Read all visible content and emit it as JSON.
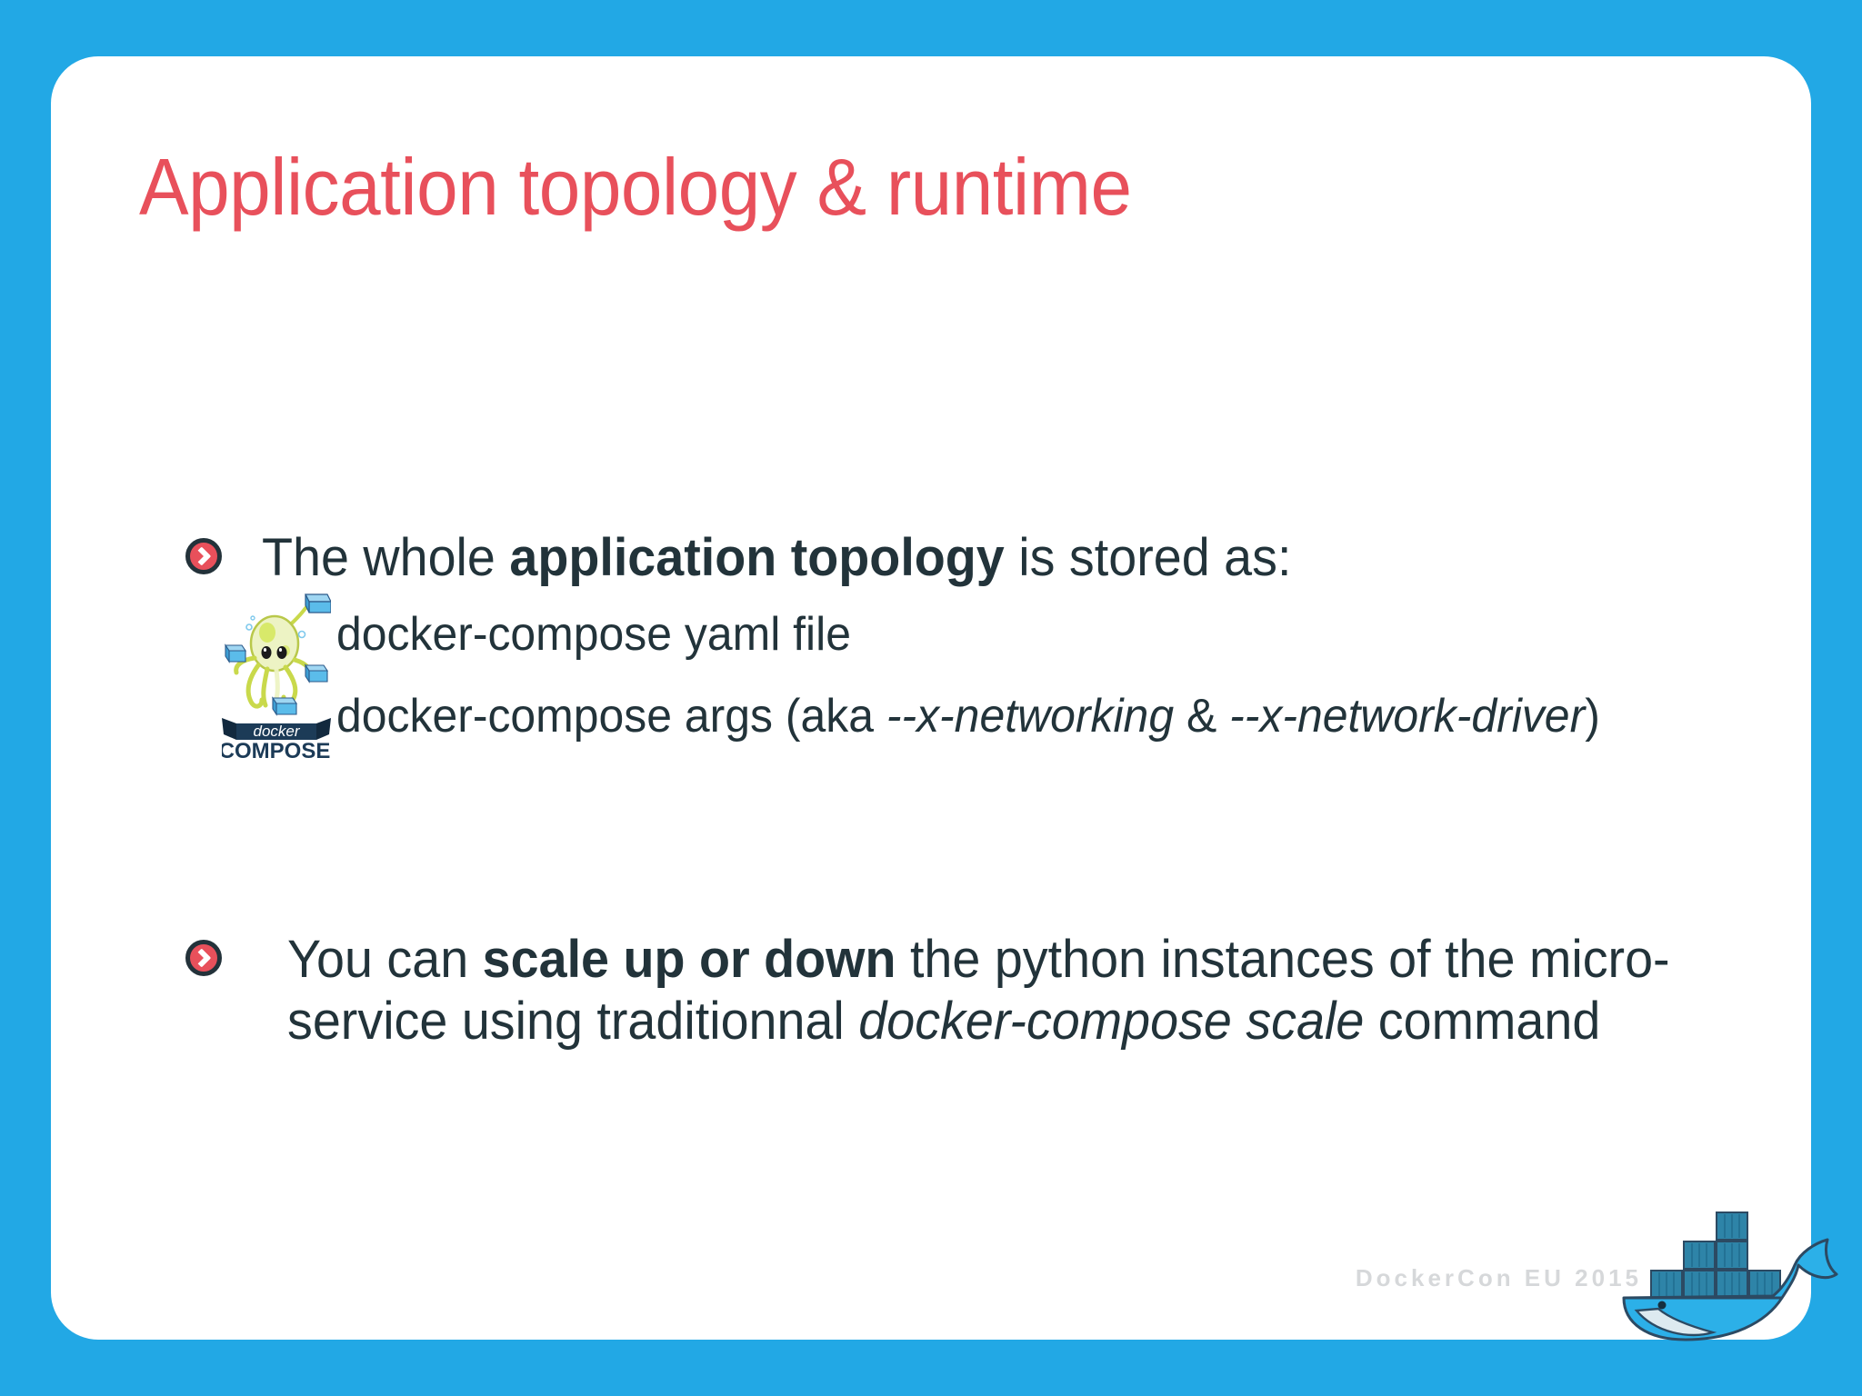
{
  "slide": {
    "title": "Application topology & runtime",
    "accent_color": "#E8505B",
    "background_color": "#22A8E5",
    "card_color": "#FFFFFF",
    "body_text_color": "#22333A"
  },
  "bullets": [
    {
      "marker": "chevron-circle-icon",
      "text_parts": [
        {
          "text": "The whole ",
          "style": "normal"
        },
        {
          "text": "application topology",
          "style": "bold"
        },
        {
          "text": " is stored as:",
          "style": "normal"
        }
      ],
      "plain": "The whole application topology is stored as:"
    },
    {
      "marker": "chevron-circle-icon",
      "text_parts": [
        {
          "text": "   You can ",
          "style": "normal"
        },
        {
          "text": "scale up or down",
          "style": "bold"
        },
        {
          "text": " the python instances of the micro-service using traditionnal ",
          "style": "normal"
        },
        {
          "text": "docker-compose scale",
          "style": "italic"
        },
        {
          "text": " command",
          "style": "normal"
        }
      ],
      "plain": "You can scale up or down the python instances of the micro-service using traditionnal docker-compose scale command"
    }
  ],
  "sub_bullets": [
    {
      "text_parts": [
        {
          "text": "docker-compose yaml file",
          "style": "normal"
        }
      ],
      "plain": "docker-compose yaml file"
    },
    {
      "text_parts": [
        {
          "text": "docker-compose args (aka ",
          "style": "normal"
        },
        {
          "text": "--x-networking",
          "style": "italic"
        },
        {
          "text": " & ",
          "style": "normal"
        },
        {
          "text": "--x-network-driver",
          "style": "italic"
        },
        {
          "text": ")",
          "style": "normal"
        }
      ],
      "plain": "docker-compose args (aka --x-networking & --x-network-driver)"
    }
  ],
  "logos": {
    "compose": {
      "name": "docker-compose-octopus-logo",
      "banner_label": "docker",
      "word_label": "COMPOSE"
    },
    "whale": {
      "name": "docker-whale-logo"
    }
  },
  "footer": {
    "text": "DockerCon EU 2015",
    "color": "#D6D8DA"
  }
}
